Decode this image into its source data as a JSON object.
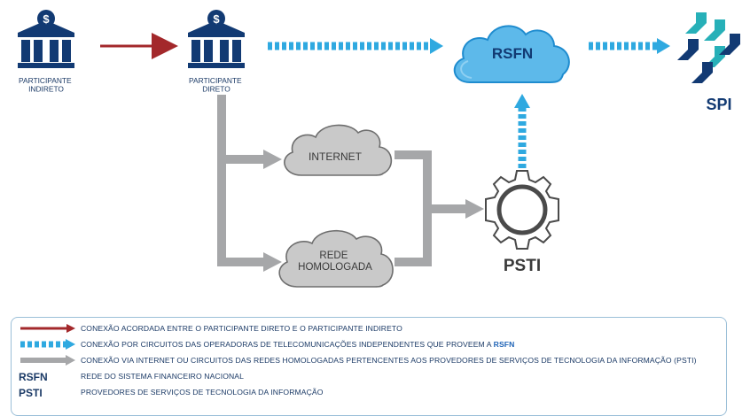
{
  "nodes": {
    "participante_indireto": "PARTICIPANTE INDIRETO",
    "participante_direto": "PARTICIPANTE DIRETO",
    "rsfn": "RSFN",
    "spi": "SPI",
    "internet": "INTERNET",
    "rede_homologada": "REDE HOMOLOGADA",
    "psti": "PSTI",
    "bank_symbol": "$"
  },
  "legend": {
    "items": [
      {
        "key": "red-arrow",
        "text": "CONEXÃO ACORDADA ENTRE O PARTICIPANTE DIRETO E O PARTICIPANTE INDIRETO"
      },
      {
        "key": "blue-dashed-arrow",
        "text_prefix": "CONEXÃO POR CIRCUITOS DAS OPERADORAS DE TELECOMUNICAÇÕES INDEPENDENTES QUE PROVEEM A ",
        "text_emphasis": "RSFN"
      },
      {
        "key": "gray-arrow",
        "text": "CONEXÃO VIA INTERNET OU CIRCUITOS DAS REDES HOMOLOGADAS PERTENCENTES AOS PROVEDORES DE SERVIÇOS DE TECNOLOGIA DA INFORMAÇÃO (PSTI)"
      },
      {
        "key": "RSFN",
        "text": "REDE DO SISTEMA FINANCEIRO NACIONAL"
      },
      {
        "key": "PSTI",
        "text": "PROVEDORES DE SERVIÇOS DE TECNOLOGIA DA INFORMAÇÃO"
      }
    ]
  },
  "colors": {
    "navy": "#123a73",
    "red_arrow": "#a3282b",
    "blue_dashed": "#2fa9e0",
    "gray": "#a6a7a9",
    "cloud_blue": "#4db4e8",
    "cloud_gray": "#c9c9c9",
    "spi_teal": "#27b0b8"
  }
}
